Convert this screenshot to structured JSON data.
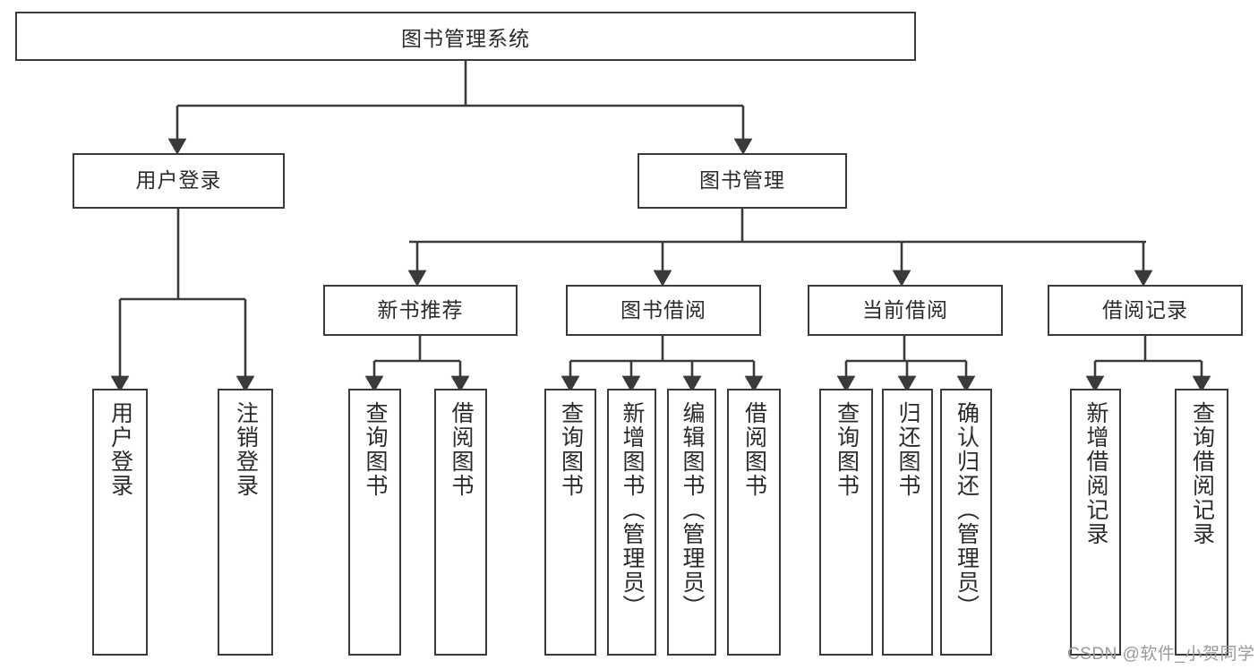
{
  "diagram": {
    "type": "tree",
    "title": "图书管理系统",
    "watermark": "CSDN @软件_小贺同学",
    "colors": {
      "box_border": "#3a3a3a",
      "box_fill": "#ffffff",
      "edge": "#3a3a3a",
      "text": "#2b2b2b",
      "watermark": "#9a9a9a"
    },
    "levels": {
      "root": {
        "label": "图书管理系统"
      },
      "level2": [
        {
          "id": "user-login",
          "label": "用户登录"
        },
        {
          "id": "book-management",
          "label": "图书管理"
        }
      ],
      "level3": [
        {
          "id": "new-book-recommend",
          "label": "新书推荐",
          "parent": "book-management"
        },
        {
          "id": "book-borrow",
          "label": "图书借阅",
          "parent": "book-management"
        },
        {
          "id": "current-borrow",
          "label": "当前借阅",
          "parent": "book-management"
        },
        {
          "id": "borrow-record",
          "label": "借阅记录",
          "parent": "book-management"
        }
      ],
      "leaves": [
        {
          "id": "leaf-user-login",
          "label": "用户登录",
          "parent": "user-login"
        },
        {
          "id": "leaf-logout-login",
          "label": "注销登录",
          "parent": "user-login"
        },
        {
          "id": "leaf-query-book-1",
          "label": "查询图书",
          "parent": "new-book-recommend"
        },
        {
          "id": "leaf-borrow-book-1",
          "label": "借阅图书",
          "parent": "new-book-recommend"
        },
        {
          "id": "leaf-query-book-2",
          "label": "查询图书",
          "parent": "book-borrow"
        },
        {
          "id": "leaf-add-book",
          "label": "新增图书（管理员）",
          "parent": "book-borrow"
        },
        {
          "id": "leaf-edit-book",
          "label": "编辑图书（管理员）",
          "parent": "book-borrow"
        },
        {
          "id": "leaf-borrow-book-2",
          "label": "借阅图书",
          "parent": "book-borrow"
        },
        {
          "id": "leaf-query-book-3",
          "label": "查询图书",
          "parent": "current-borrow"
        },
        {
          "id": "leaf-return-book",
          "label": "归还图书",
          "parent": "current-borrow"
        },
        {
          "id": "leaf-confirm-return",
          "label": "确认归还（管理员）",
          "parent": "current-borrow"
        },
        {
          "id": "leaf-add-record",
          "label": "新增借阅记录",
          "parent": "borrow-record"
        },
        {
          "id": "leaf-query-record",
          "label": "查询借阅记录",
          "parent": "borrow-record"
        }
      ]
    }
  }
}
